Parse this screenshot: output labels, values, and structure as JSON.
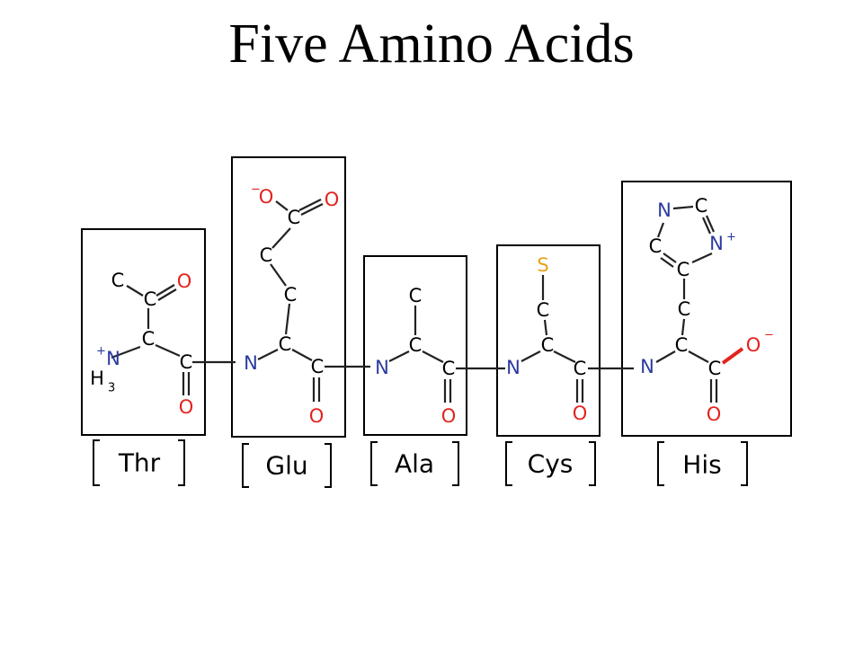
{
  "title": "Five Amino Acids",
  "colors": {
    "carbon": "#000000",
    "oxygen": "#e3231f",
    "nitrogen": "#2b3a9e",
    "sulfur": "#e8a31c"
  },
  "residues": [
    {
      "code": "Thr"
    },
    {
      "code": "Glu"
    },
    {
      "code": "Ala"
    },
    {
      "code": "Cys"
    },
    {
      "code": "His"
    }
  ],
  "atoms": {
    "c": "C",
    "o": "O",
    "n": "N",
    "s": "S",
    "h": "H",
    "three": "3",
    "plus": "+",
    "minus": "−"
  }
}
